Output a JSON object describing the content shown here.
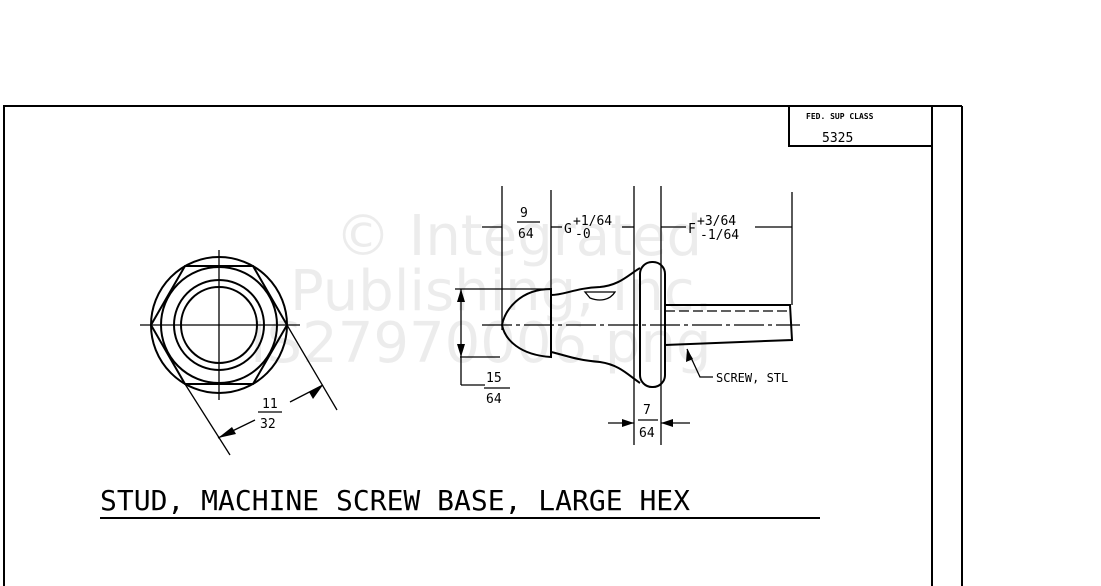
{
  "title": "STUD, MACHINE SCREW BASE, LARGE HEX",
  "title_block": {
    "label": "FED. SUP CLASS",
    "value": "5325"
  },
  "hex_view": {
    "dimension_num": "11",
    "dimension_den": "32"
  },
  "side_view": {
    "dim_a_num": "9",
    "dim_a_den": "64",
    "dim_g": "G",
    "dim_g_plus": "+1/64",
    "dim_g_minus": "-0",
    "dim_f": "F",
    "dim_f_plus": "+3/64",
    "dim_f_minus": "-1/64",
    "dim_height_num": "15",
    "dim_height_den": "64",
    "dim_flange_num": "7",
    "dim_flange_den": "64",
    "callout": "SCREW, STL"
  },
  "watermark": [
    "© Integrated",
    "Publishing, Inc.",
    "IS27970006.png"
  ]
}
